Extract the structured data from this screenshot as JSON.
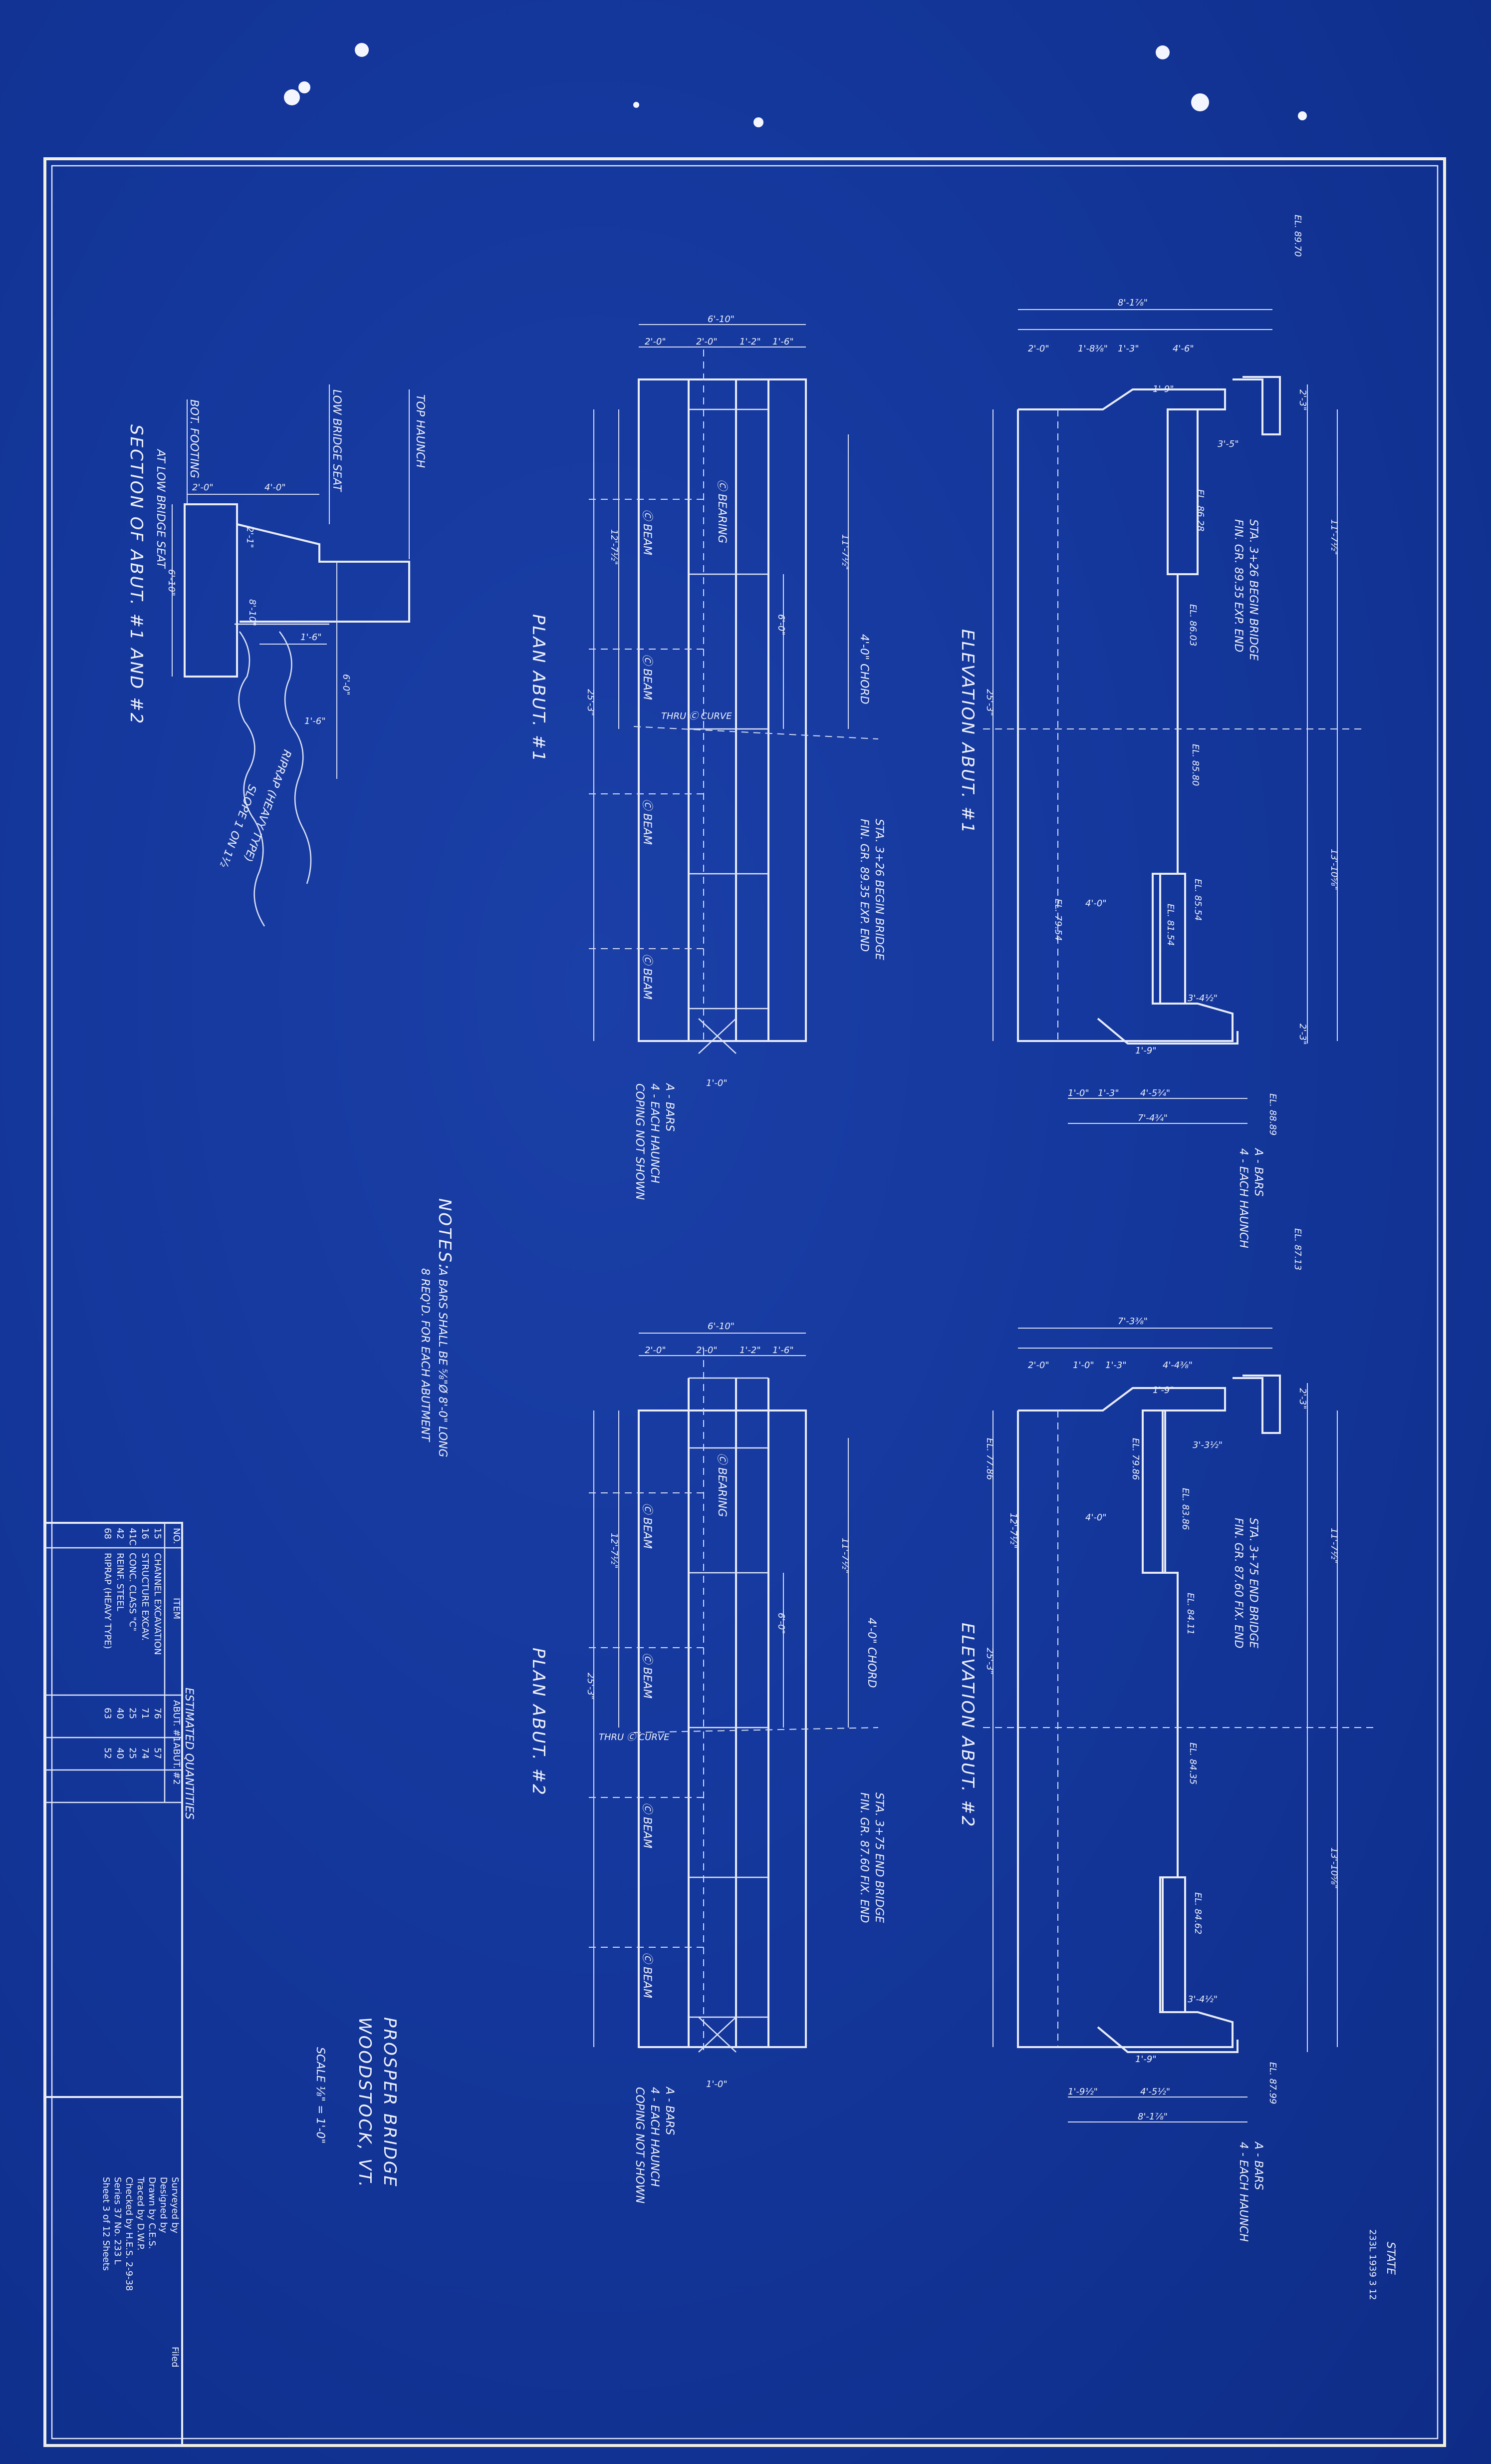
{
  "section": {
    "title": "SECTION OF ABUT. #1 AND #2",
    "subtitle": "AT LOW BRIDGE SEAT",
    "labels": [
      "TOP HAUNCH",
      "LOW BRIDGE SEAT",
      "BOT. FOOTING",
      "RIPRAP (HEAVY TYPE)",
      "SLOPE 1 ON 1½"
    ],
    "dims": [
      "2'-0\"",
      "4'-0\"",
      "6'-10\"",
      "1'-6\"",
      "6'-0\"",
      "1'-6\"",
      "2'-1\"",
      "8'-10\""
    ]
  },
  "plan1": {
    "title": "PLAN ABUT. #1",
    "labels": [
      "Ⓒ BEAM",
      "Ⓒ BEAM",
      "Ⓒ BEAM",
      "Ⓒ BEAM",
      "Ⓒ BEARING",
      "THRU Ⓒ CURVE"
    ],
    "dims": [
      "6'-10\"",
      "2'-0\"",
      "2'-0\"",
      "1'-2\"",
      "1'-6\"",
      "12'-7½\"",
      "25'-3\"",
      "11'-7½\"",
      "6'-0\"",
      "1'-0\""
    ],
    "notes": [
      "4'-0\" CHORD",
      "STA. 3+26  BEGIN BRIDGE",
      "FIN. GR. 89.35 EXP. END",
      "A - BARS",
      "4 - EACH HAUNCH",
      "COPING NOT SHOWN"
    ]
  },
  "elev1": {
    "title": "ELEVATION ABUT. #1",
    "labels": [
      "EL. 89.70",
      "EL. 86.28",
      "EL. 86.03",
      "EL. 85.80",
      "EL. 85.54",
      "EL. 81.54",
      "EL. 79.54",
      "EL. 88.89"
    ],
    "dims": [
      "8'-1⅞\"",
      "2'-0\"",
      "1'-8⅜\"",
      "1'-3\"",
      "4'-6\"",
      "1'-9\"",
      "3'-5\"",
      "2'-3\"",
      "11'-7½\"",
      "25'-3\"",
      "13'-10⅝\"",
      "4'-0\"",
      "3'-4½\"",
      "1'-9\"",
      "1'-0\"",
      "1'-3\"",
      "4'-5¾\"",
      "7'-4¾\"",
      "2'-3\""
    ],
    "notes": [
      "STA. 3+26  BEGIN BRIDGE",
      "FIN. GR. 89.35 EXP. END",
      "A - BARS",
      "4 - EACH HAUNCH"
    ]
  },
  "plan2": {
    "title": "PLAN ABUT. #2",
    "labels": [
      "Ⓒ BEAM",
      "Ⓒ BEAM",
      "Ⓒ BEAM",
      "Ⓒ BEAM",
      "Ⓒ BEARING",
      "THRU Ⓒ CURVE"
    ],
    "dims": [
      "6'-10\"",
      "2'-0\"",
      "2'-0\"",
      "1'-2\"",
      "1'-6\"",
      "12'-7½\"",
      "25'-3\"",
      "11'-7½\"",
      "6'-0\"",
      "1'-0\""
    ],
    "notes": [
      "4'-0\" CHORD",
      "STA. 3+75  END BRIDGE",
      "FIN. GR. 87.60 FIX. END",
      "A - BARS",
      "4 - EACH HAUNCH",
      "COPING NOT SHOWN"
    ]
  },
  "elev2": {
    "title": "ELEVATION ABUT. #2",
    "labels": [
      "EL. 87.13",
      "EL. 77.86",
      "EL. 79.86",
      "EL. 83.86",
      "EL. 84.11",
      "EL. 84.35",
      "EL. 84.62",
      "EL. 87.99"
    ],
    "dims": [
      "7'-3⅜\"",
      "2'-0\"",
      "1'-0\"",
      "1'-3\"",
      "4'-4⅜\"",
      "1'-9\"",
      "3'-3½\"",
      "2'-3\"",
      "12'-7½\"",
      "25'-3\"",
      "4'-0\"",
      "11'-7½\"",
      "13'-10⅝\"",
      "3'-4½\"",
      "1'-9\"",
      "1'-9½\"",
      "4'-5½\"",
      "8'-1⅞\""
    ],
    "notes": [
      "STA. 3+75  END BRIDGE",
      "FIN. GR. 87.60 FIX. END",
      "A - BARS",
      "4 - EACH HAUNCH"
    ]
  },
  "notes": {
    "heading": "NOTES:",
    "lines": [
      "A BARS SHALL BE ⅝\"Ø 8'-0\" LONG",
      "8 REQ'D. FOR EACH ABUTMENT"
    ]
  },
  "quantities": {
    "title": "ESTIMATED QUANTITIES",
    "headers": [
      "NO.",
      "ITEM",
      "ABUT. #1",
      "ABUT. #2"
    ],
    "rows": [
      [
        "15",
        "CHANNEL EXCAVATION",
        "76",
        "57"
      ],
      [
        "16",
        "STRUCTURE EXCAV.",
        "71",
        "74"
      ],
      [
        "41C",
        "CONC. CLASS \"C\"",
        "25",
        "25"
      ],
      [
        "42",
        "REINF. STEEL",
        "40",
        "40"
      ],
      [
        "68",
        "RIPRAP (HEAVY TYPE)",
        "63",
        "52"
      ]
    ]
  },
  "project": {
    "name": "PROSPER BRIDGE",
    "location": "WOODSTOCK, VT.",
    "scale": "SCALE ⅛\" = 1'-0\""
  },
  "titleblock": {
    "rows": [
      "Surveyed by",
      "Designed by",
      "Drawn by C.E.S.",
      "Traced by D.W.P.",
      "Checked by H.E.S. 2-9-38",
      "Series 37  No. 233 L",
      "Sheet 3 of 12 Sheets"
    ],
    "filed": "Filed"
  },
  "stamp": {
    "lines": [
      "STATE",
      "233L  1939  3  12"
    ]
  }
}
